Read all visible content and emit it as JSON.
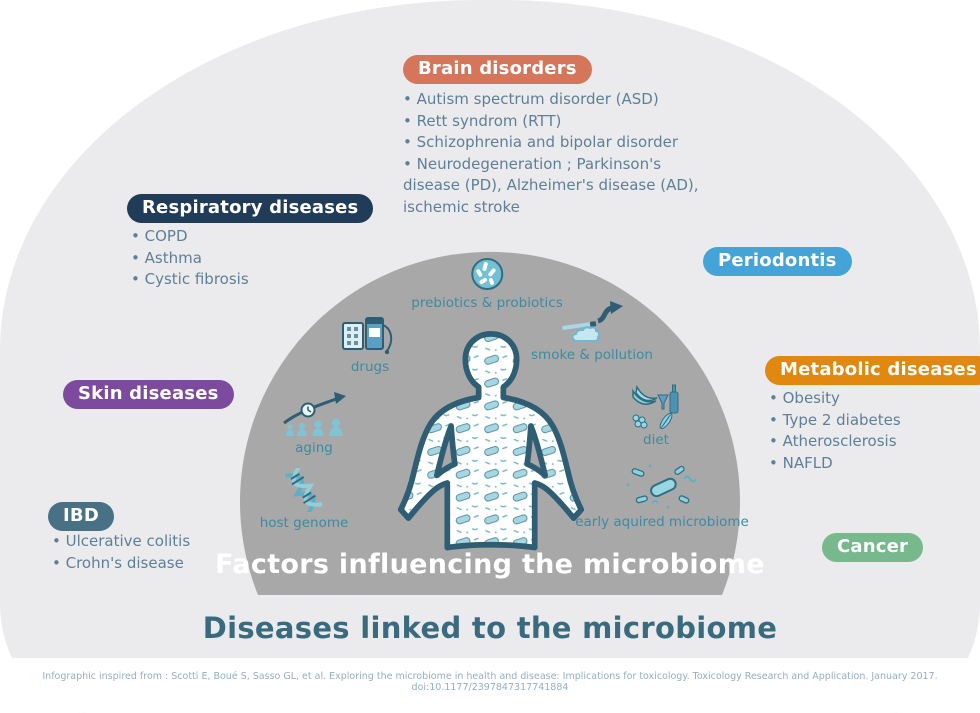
{
  "titles": {
    "factors": "Factors influencing the microbiome",
    "diseases": "Diseases linked to the microbiome"
  },
  "footer_text": "Infographic inspired from : Scotti E, Boué S, Sasso GL, et al. Exploring the microbiome in health and disease: Implications for toxicology. Toxicology Research and Application. January 2017. doi:10.1177/2397847317741884",
  "factors": [
    {
      "id": "prebiotics",
      "label": "prebiotics & probiotics",
      "icon": "bacteria-circle-icon"
    },
    {
      "id": "smoke",
      "label": "smoke & pollution",
      "icon": "cigarette-smoke-cloud-icon"
    },
    {
      "id": "drugs",
      "label": "drugs",
      "icon": "medicine-blister-box-icon"
    },
    {
      "id": "diet",
      "label": "diet",
      "icon": "food-wine-fruit-icon"
    },
    {
      "id": "aging",
      "label": "aging",
      "icon": "growth-arrow-clock-people-icon"
    },
    {
      "id": "genome",
      "label": "host genome",
      "icon": "dna-helix-icon"
    },
    {
      "id": "early",
      "label": "early aquired microbiome",
      "icon": "scattered-bacteria-icon"
    }
  ],
  "disease_groups": [
    {
      "name": "Brain disorders",
      "color": "#d5765a",
      "items": [
        "Autism spectrum disorder (ASD)",
        "Rett syndrom (RTT)",
        "Schizophrenia and bipolar disorder",
        "Neurodegeneration ; Parkinson's disease (PD), Alzheimer's disease (AD), ischemic stroke"
      ]
    },
    {
      "name": "Respiratory diseases",
      "color": "#203c58",
      "items": [
        "COPD",
        "Asthma",
        "Cystic fibrosis"
      ]
    },
    {
      "name": "Periodontis",
      "color": "#44a4d7",
      "items": []
    },
    {
      "name": "Skin diseases",
      "color": "#7d4b9e",
      "items": []
    },
    {
      "name": "Metabolic diseases",
      "color": "#e0880f",
      "items": [
        "Obesity",
        "Type 2 diabetes",
        "Atherosclerosis",
        "NAFLD"
      ]
    },
    {
      "name": "IBD",
      "color": "#497186",
      "items": [
        "Ulcerative colitis",
        "Crohn's disease"
      ]
    },
    {
      "name": "Cancer",
      "color": "#77b88c",
      "items": []
    }
  ],
  "colors": {
    "outer_background": "#ebebed",
    "inner_semicircle": "#a8a8a9",
    "factor_label_text": "#3d8ba0",
    "disease_list_text": "#5e7f97",
    "diseases_title_text": "#3a6a7e",
    "factors_title_text": "#ffffff",
    "footer_text": "#94aec3",
    "figure_outline": "#2e5d74",
    "bacteria_fill": "#a7d6e0"
  }
}
